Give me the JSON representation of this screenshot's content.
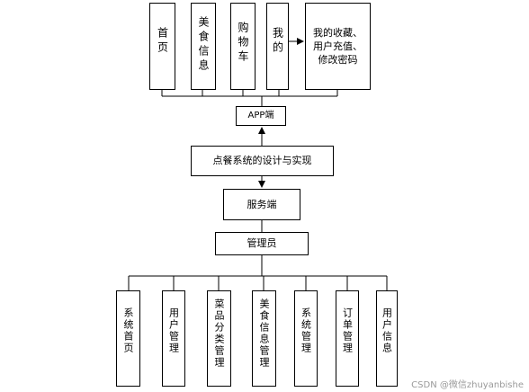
{
  "app_branch": {
    "label": "APP端",
    "modules": [
      "首页",
      "美食信息",
      "购物车",
      "我的"
    ],
    "my_details": "我的收藏、用户充值、修改密码"
  },
  "system": {
    "label": "点餐系统的设计与实现"
  },
  "server": {
    "label": "服务端"
  },
  "admin": {
    "label": "管理员",
    "modules": [
      "系统首页",
      "用户管理",
      "菜品分类管理",
      "美食信息管理",
      "系统管理",
      "订单管理",
      "用户信息"
    ]
  },
  "watermark": "CSDN @微信zhuyanbishe"
}
